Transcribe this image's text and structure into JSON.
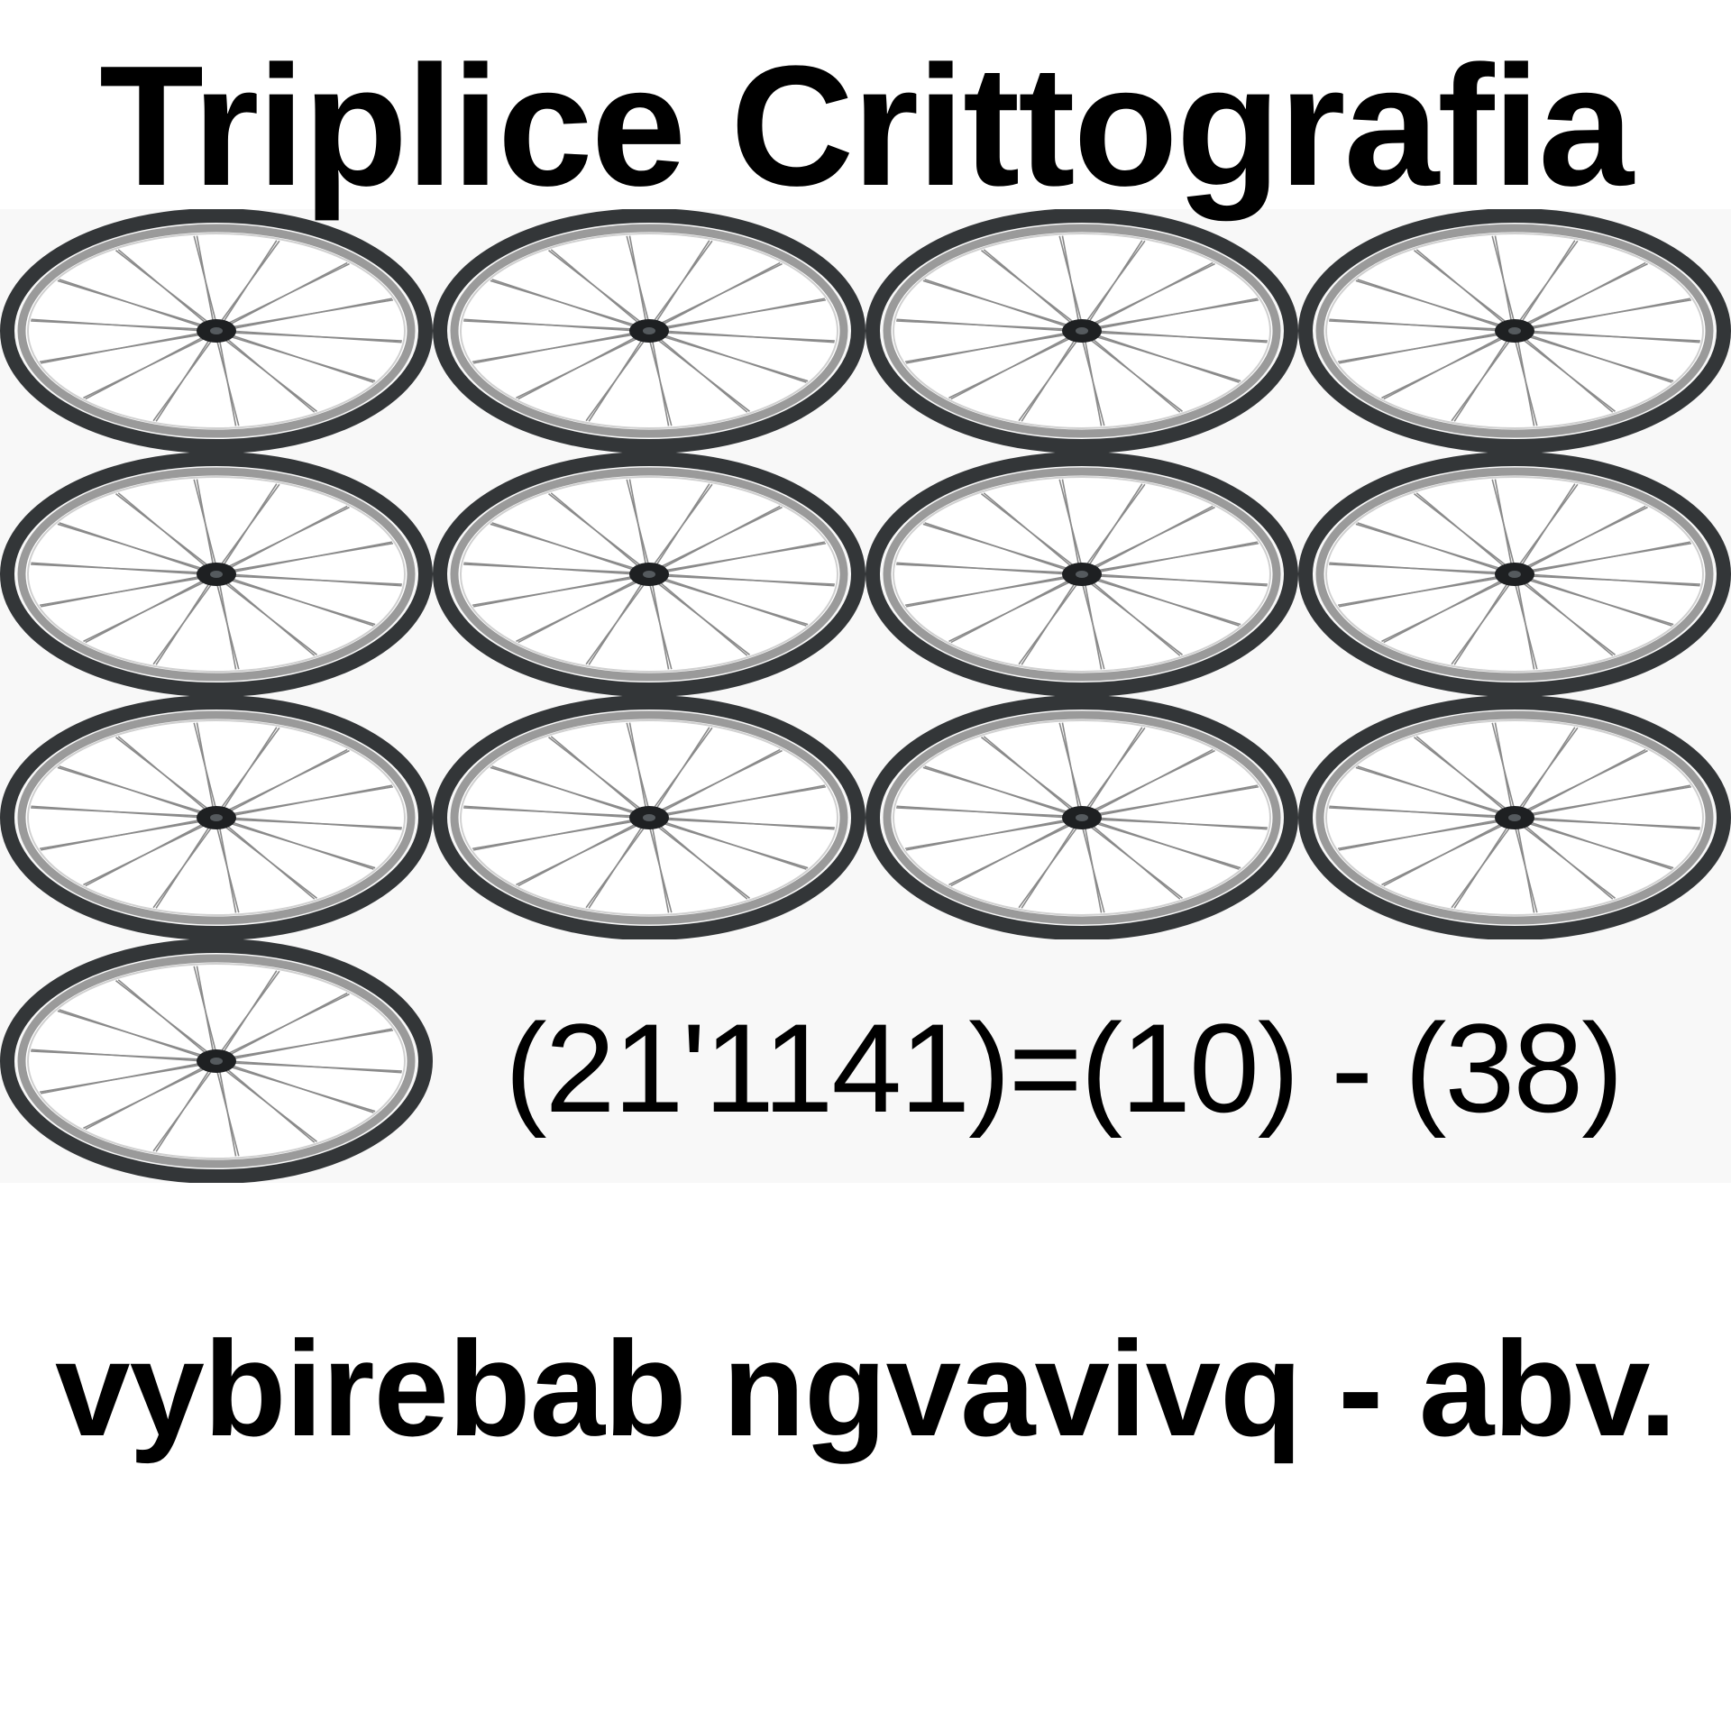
{
  "title": "Triplice Crittografia",
  "puzzle": {
    "wheel_count": 13,
    "wheel_icon": "bicycle-wheel-icon",
    "equation": "(21'1141)=(10) - (38)",
    "answer": "vybirebab ngvavivq - abv."
  },
  "colors": {
    "background": "#ffffff",
    "text": "#000000",
    "tire": "#333638",
    "rim": "#9a9a9a",
    "spoke": "#8a8a8a",
    "hub": "#1e2022"
  }
}
